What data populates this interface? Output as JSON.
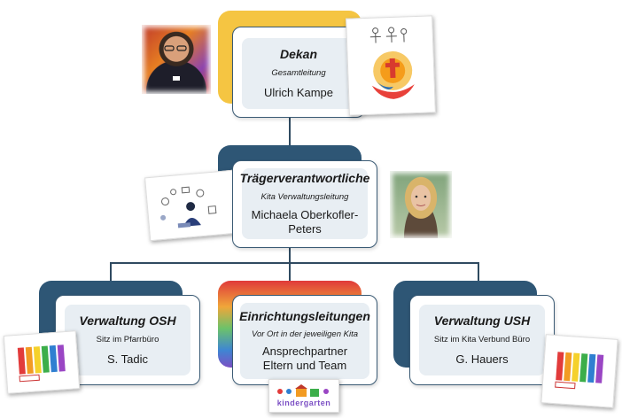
{
  "top": {
    "role": "Dekan",
    "subtitle": "Gesamtleitung",
    "name": "Ulrich Kampe"
  },
  "middle": {
    "role": "Trägerverantwortliche",
    "subtitle": "Kita Verwaltungsleitung",
    "name": "Michaela Oberkofler-Peters"
  },
  "left": {
    "role": "Verwaltung OSH",
    "subtitle": "Sitz im Pfarrbüro",
    "name": "S. Tadic"
  },
  "center": {
    "role": "Einrichtungsleitungen",
    "subtitle": "Vor Ort in der jeweiligen Kita",
    "name": "Ansprechpartner Eltern und Team"
  },
  "right": {
    "role": "Verwaltung USH",
    "subtitle": "Sitz im Kita Verbund Büro",
    "name": "G. Hauers"
  },
  "kindergarten_label": "kindergarten",
  "colors": {
    "accent_gold": "#f5c542",
    "accent_navy": "#2e5675",
    "card_border": "#3a5a74",
    "card_fill": "#e8eef3"
  }
}
